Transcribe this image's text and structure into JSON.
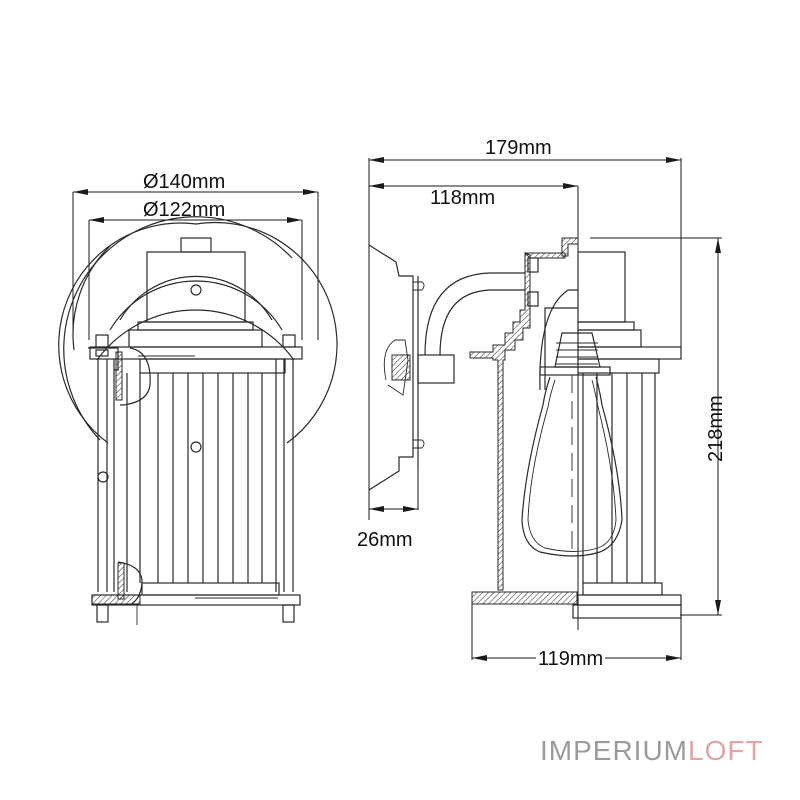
{
  "drawing": {
    "title": "Wall lantern technical drawing",
    "views": [
      {
        "name": "front-view",
        "description": "Front elevation with round wall plate and fluted cylinder shade"
      },
      {
        "name": "side-view",
        "description": "Side section with wall bracket, curved arm, socket and Edison bulb"
      }
    ],
    "dimensions": {
      "outer_diameter": "Ø140mm",
      "inner_diameter": "Ø122mm",
      "total_depth": "179mm",
      "projection": "118mm",
      "backplate_depth": "26mm",
      "height": "218mm",
      "shade_width": "119mm"
    },
    "colors": {
      "line": "#2a2a2a",
      "background": "#ffffff",
      "logo_primary": "#9b9b9b",
      "logo_accent": "#e2a4a6"
    }
  },
  "brand": {
    "part1": "IMPERIUM",
    "part2": "LOFT"
  }
}
